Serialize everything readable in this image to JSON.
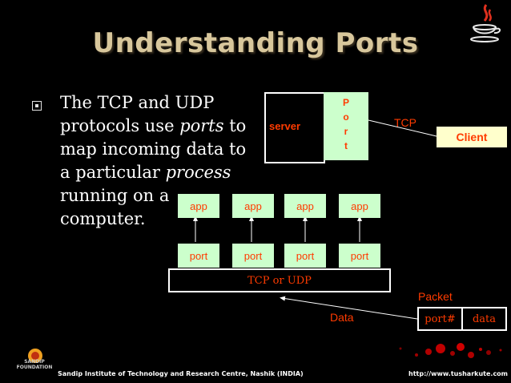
{
  "slide": {
    "title": "Understanding Ports",
    "bullet": {
      "line1": "The TCP and UDP",
      "line2_pre": "protocols use ",
      "line2_em": "ports",
      "line2_post": " to",
      "line3": "map incoming data to",
      "line4_pre": "a particular ",
      "line4_em": "process",
      "line5": "running on a",
      "line6": "computer."
    }
  },
  "diagram": {
    "server": "server",
    "port_letters": [
      "P",
      "o",
      "r",
      "t"
    ],
    "tcp": "TCP",
    "client": "Client",
    "apps": [
      "app",
      "app",
      "app",
      "app"
    ],
    "ports": [
      "port",
      "port",
      "port",
      "port"
    ],
    "layer": "TCP or UDP",
    "packet_label": "Packet",
    "packet_fields": [
      "port#",
      "data"
    ],
    "data_label": "Data"
  },
  "footer": {
    "foundation": "SANDIP FOUNDATION",
    "institute": "Sandip Institute of Technology and Research Centre, Nashik (INDIA)",
    "url": "http://www.tusharkute.com"
  },
  "colors": {
    "background": "#000000",
    "title": "#d8c79c",
    "accent_text": "#ff3b00",
    "green_box": "#ccffcc",
    "client_box": "#ffffcc"
  },
  "icons": {
    "java": "java-logo-icon",
    "bullet": "square-bullet-icon",
    "foundation_logo": "sandip-foundation-logo"
  }
}
